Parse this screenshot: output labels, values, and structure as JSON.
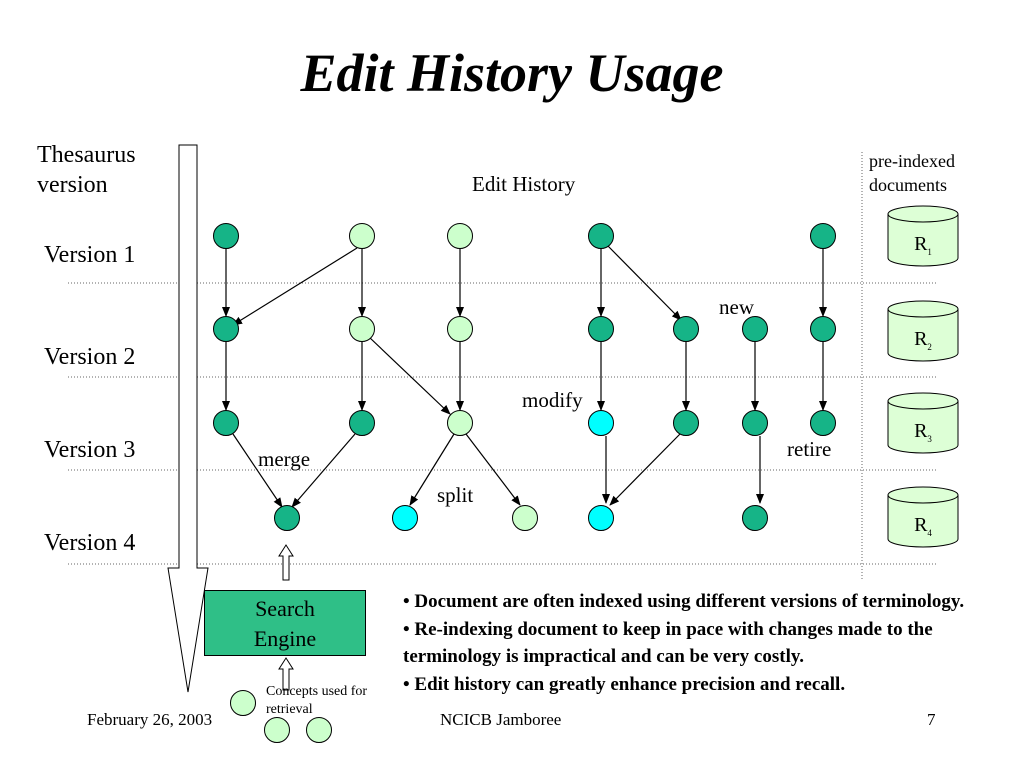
{
  "slide": {
    "title": "Edit History Usage",
    "thesaurus_label_line1": "Thesaurus",
    "thesaurus_label_line2": "version",
    "edit_history_label": "Edit History",
    "pre_indexed_line1": "pre-indexed",
    "pre_indexed_line2": "documents",
    "versions": [
      "Version 1",
      "Version 2",
      "Version 3",
      "Version 4"
    ],
    "annotations": {
      "new": "new",
      "modify": "modify",
      "retire": "retire",
      "merge": "merge",
      "split": "split"
    },
    "repositories": [
      {
        "letter": "R",
        "sub": "1"
      },
      {
        "letter": "R",
        "sub": "2"
      },
      {
        "letter": "R",
        "sub": "3"
      },
      {
        "letter": "R",
        "sub": "4"
      }
    ],
    "search_engine_line1": "Search",
    "search_engine_line2": "Engine",
    "concepts_line1": "Concepts used for",
    "concepts_line2": "retrieval",
    "bullets": [
      "• Document are often indexed using different versions of terminology.",
      "• Re-indexing document to keep in pace with changes made to the terminology is impractical and can be very costly.",
      "• Edit history can greatly enhance precision and recall."
    ],
    "footer_date": "February 26, 2003",
    "footer_center": "NCICB Jamboree",
    "footer_page": "7"
  },
  "colors": {
    "dark_green": "#16b487",
    "light_green": "#ccffcc",
    "cyan": "#00ffff",
    "search_box": "#2fbf87",
    "repo_fill": "#ddffd6"
  }
}
